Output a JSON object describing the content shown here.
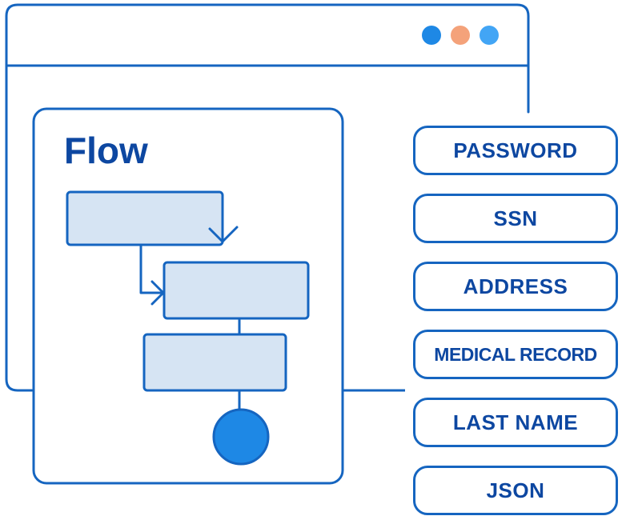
{
  "panel": {
    "title": "Flow"
  },
  "window": {
    "dots": [
      {
        "name": "blue-dot",
        "color": "#1e88e5"
      },
      {
        "name": "orange-dot",
        "color": "#f4a27a"
      },
      {
        "name": "lightblue-dot",
        "color": "#42a5f5"
      }
    ]
  },
  "fields": [
    {
      "label": "PASSWORD"
    },
    {
      "label": "SSN"
    },
    {
      "label": "ADDRESS"
    },
    {
      "label": "MEDICAL RECORD"
    },
    {
      "label": "LAST NAME"
    },
    {
      "label": "JSON"
    }
  ],
  "colors": {
    "outline": "#1565c0",
    "text": "#0d47a1",
    "box_fill": "#d6e4f3",
    "node": "#1e88e5"
  }
}
